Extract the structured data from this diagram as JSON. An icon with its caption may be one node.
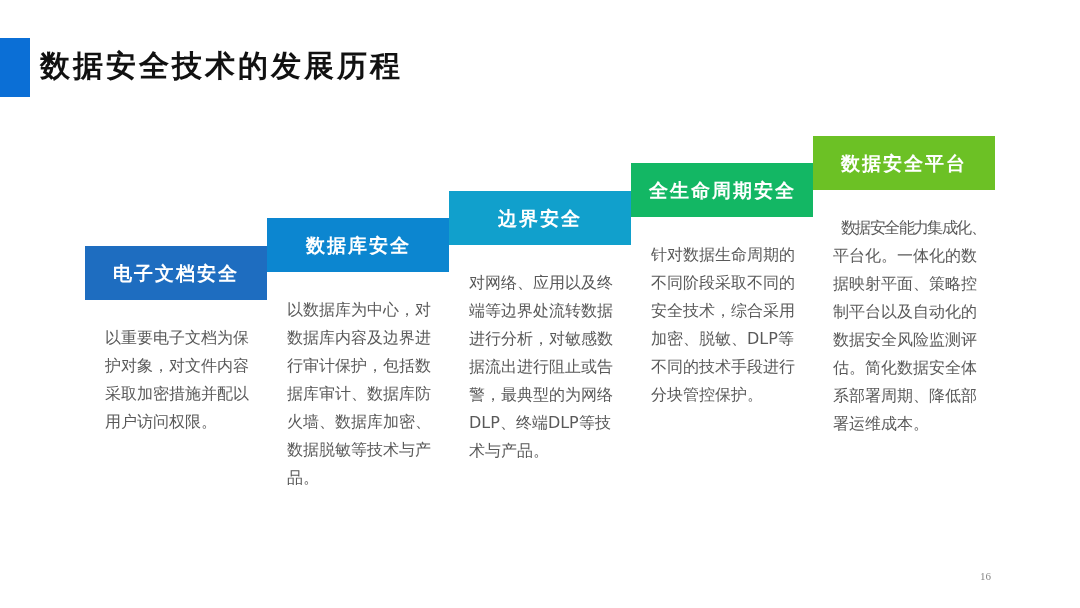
{
  "diagram": {
    "title": "数据安全技术的发展历程",
    "nodes": [
      {
        "text": [
          "电子文档安全"
        ],
        "beside": [
          "以重要电子文档为保护对象，对文件内容采取加密措施并配以用户访问权限。"
        ]
      },
      {
        "text": [
          "数据库安全"
        ],
        "beside": [
          "以数据库为中心，对数据库内容及边界进行审计保护，包括数据库审计、数据库防火墙、数据库加密、数据脱敏等技术与产品。"
        ]
      },
      {
        "text": [
          "边界安全"
        ],
        "beside": [
          "对网络、应用以及终端等边界处流转数据进行分析，对敏感数据流出进行阻止或告警，最典型的为网络DLP、终端DLP等技术与产品。"
        ]
      },
      {
        "text": [
          "全生命周期安全"
        ],
        "beside": [
          "针对数据生命周期的不同阶段采取不同的安全技术，综合采用加密、脱敏、DLP等不同的技术手段进行分块管控保护。"
        ]
      },
      {
        "text": [
          "数据安全平台"
        ],
        "beside": [
          "数据安全能力集成化、平台化。一体化的数据映射平面、策略控制平台以及自动化的数据安全风险监测评估。简化数据安全体系部署周期、降低部署运维成本。"
        ]
      }
    ],
    "labels": [
      "16"
    ]
  }
}
